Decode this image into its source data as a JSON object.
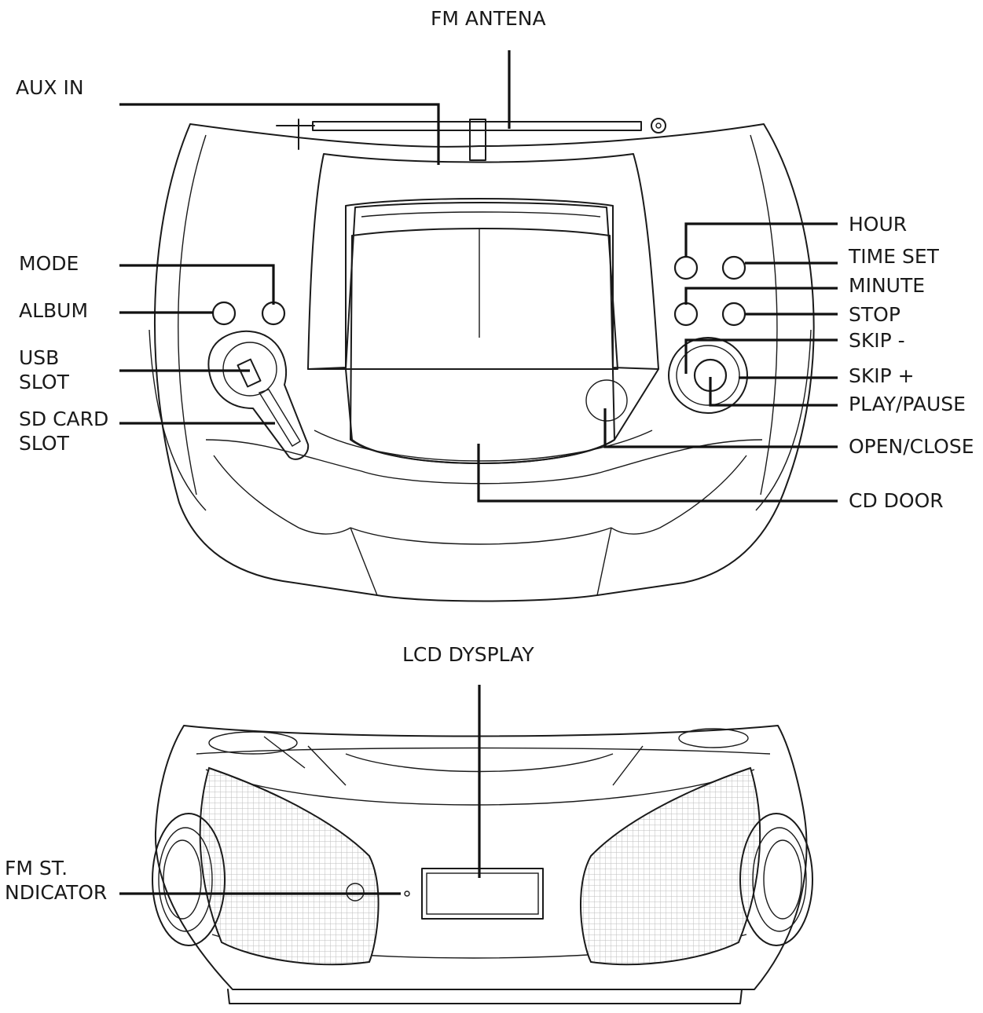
{
  "labels": {
    "fm_antena": "FM ANTENA",
    "aux_in": "AUX IN",
    "mode": "MODE",
    "album": "ALBUM",
    "usb_slot": "USB\nSLOT",
    "sd_card_slot": "SD CARD\nSLOT",
    "hour": "HOUR",
    "time_set": "TIME SET",
    "minute": "MINUTE",
    "stop": "STOP",
    "skip_minus": "SKIP -",
    "skip_plus": "SKIP +",
    "play_pause": "PLAY/PAUSE",
    "open_close": "OPEN/CLOSE",
    "cd_door": "CD DOOR",
    "lcd_dysplay": "LCD DYSPLAY",
    "fm_st_indicator": "FM ST.\nNDICATOR"
  },
  "colors": {
    "line": "#1a1a1a",
    "background": "#ffffff",
    "grille": "#bdbdbd"
  }
}
